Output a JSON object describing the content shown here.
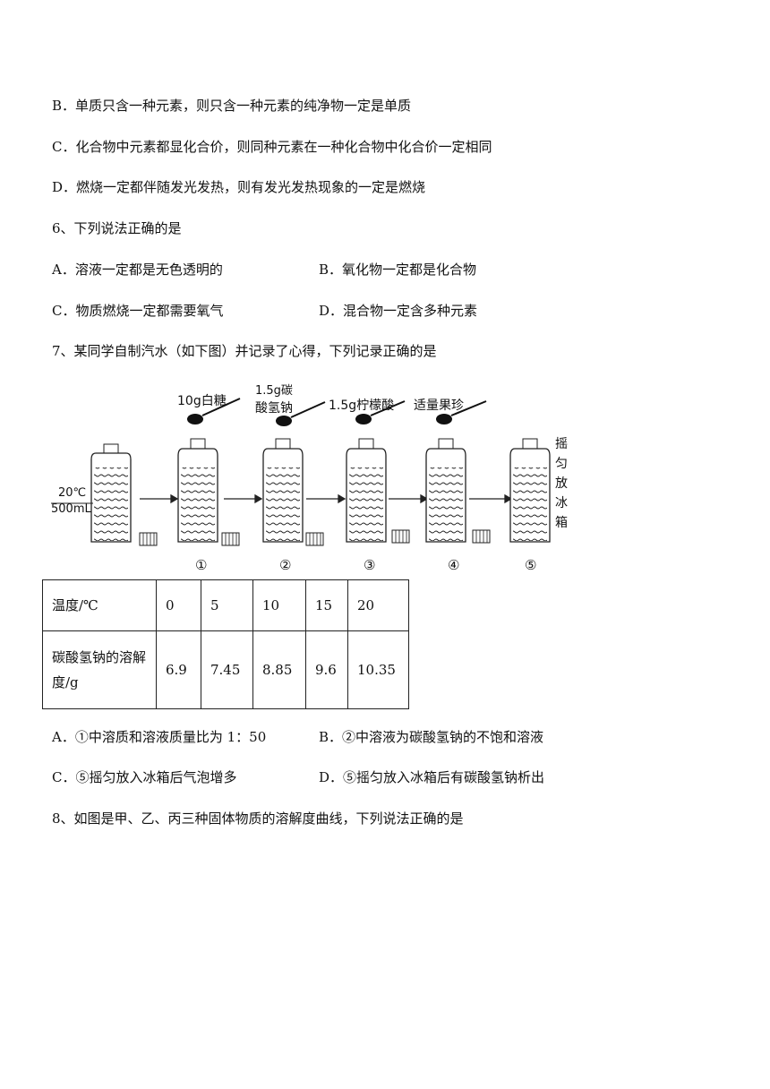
{
  "lines": {
    "q5b": "B．单质只含一种元素，则只含一种元素的纯净物一定是单质",
    "q5c": "C．化合物中元素都显化合价，则同种元素在一种化合物中化合价一定相同",
    "q5d": "D．燃烧一定都伴随发光发热，则有发光发热现象的一定是燃烧",
    "q6": "6、下列说法正确的是",
    "q6a": "A．溶液一定都是无色透明的",
    "q6b": "B．氧化物一定都是化合物",
    "q6c": "C．物质燃烧一定都需要氧气",
    "q6d": "D．混合物一定含多种元素",
    "q7": "7、某同学自制汽水（如下图）并记录了心得，下列记录正确的是",
    "q7a": "A．①中溶质和溶液质量比为 1：50",
    "q7b": "B．②中溶液为碳酸氢钠的不饱和溶液",
    "q7c": "C．⑤摇匀放入冰箱后气泡增多",
    "q7d": "D．⑤摇匀放入冰箱后有碳酸氢钠析出",
    "q8": "8、如图是甲、乙、丙三种固体物质的溶解度曲线，下列说法正确的是"
  },
  "figure": {
    "start_temp": "20℃",
    "start_volume": "500mL",
    "additions": [
      "10g白糖",
      "1.5g碳",
      "酸氢钠",
      "1.5g柠檬酸",
      "适量果珍"
    ],
    "final_chars": [
      "摇",
      "匀",
      "放",
      "冰",
      "箱"
    ],
    "steps": [
      "①",
      "②",
      "③",
      "④",
      "⑤"
    ]
  },
  "table": {
    "row1_header": "温度/℃",
    "temps": [
      "0",
      "5",
      "10",
      "15",
      "20"
    ],
    "row2_header": "碳酸氢钠的溶解度/g",
    "solubility": [
      "6.9",
      "7.45",
      "8.85",
      "9.6",
      "10.35"
    ]
  }
}
